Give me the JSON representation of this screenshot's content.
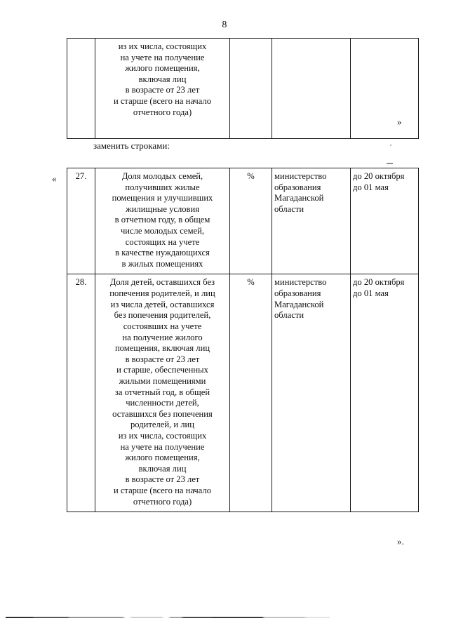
{
  "document": {
    "page_number": "8",
    "language": "ru"
  },
  "quotes": {
    "open": "«",
    "close_top": "»",
    "close_end": "»."
  },
  "paragraph": {
    "replace_note": "заменить строками:"
  },
  "table_top": {
    "columns": [
      "number",
      "name",
      "unit",
      "organization",
      "term"
    ],
    "rows": [
      {
        "number": "",
        "name_lines": [
          "из их числа, состоящих",
          "на учете на получение",
          "жилого помещения,",
          "включая лиц",
          "в возрасте от 23 лет",
          "и старше (всего на начало",
          "отчетного года)"
        ],
        "unit": "",
        "organization_lines": [],
        "term_lines": []
      }
    ]
  },
  "table_main": {
    "columns": [
      "number",
      "name",
      "unit",
      "organization",
      "term"
    ],
    "rows": [
      {
        "number": "27.",
        "name_lines": [
          "Доля молодых семей,",
          "получивших жилые",
          "помещения и улучшивших",
          "жилищные условия",
          "в отчетном году, в общем",
          "числе молодых семей,",
          "состоящих на учете",
          "в качестве нуждающихся",
          "в жилых помещениях"
        ],
        "unit": "%",
        "organization_lines": [
          "министерство",
          "образования",
          "Магаданской",
          "области"
        ],
        "term_lines": [
          "до 20 октября",
          "до 01 мая"
        ]
      },
      {
        "number": "28.",
        "name_lines": [
          "Доля детей, оставшихся без",
          "попечения родителей, и лиц",
          "из числа детей, оставшихся",
          "без попечения родителей,",
          "состоявших на учете",
          "на получение жилого",
          "помещения, включая лиц",
          "в возрасте от 23 лет",
          "и старше, обеспеченных",
          "жилыми помещениями",
          "за отчетный год, в общей",
          "численности детей,",
          "оставшихся без попечения",
          "родителей, и лиц",
          "из их числа, состоящих",
          "на учете на получение",
          "жилого помещения,",
          "включая лиц",
          "в возрасте от 23 лет",
          "и старше (всего на начало",
          "отчетного года)"
        ],
        "unit": "%",
        "organization_lines": [
          "министерство",
          "образования",
          "Магаданской",
          "области"
        ],
        "term_lines": [
          "до 20 октября",
          "до 01 мая"
        ]
      }
    ]
  }
}
